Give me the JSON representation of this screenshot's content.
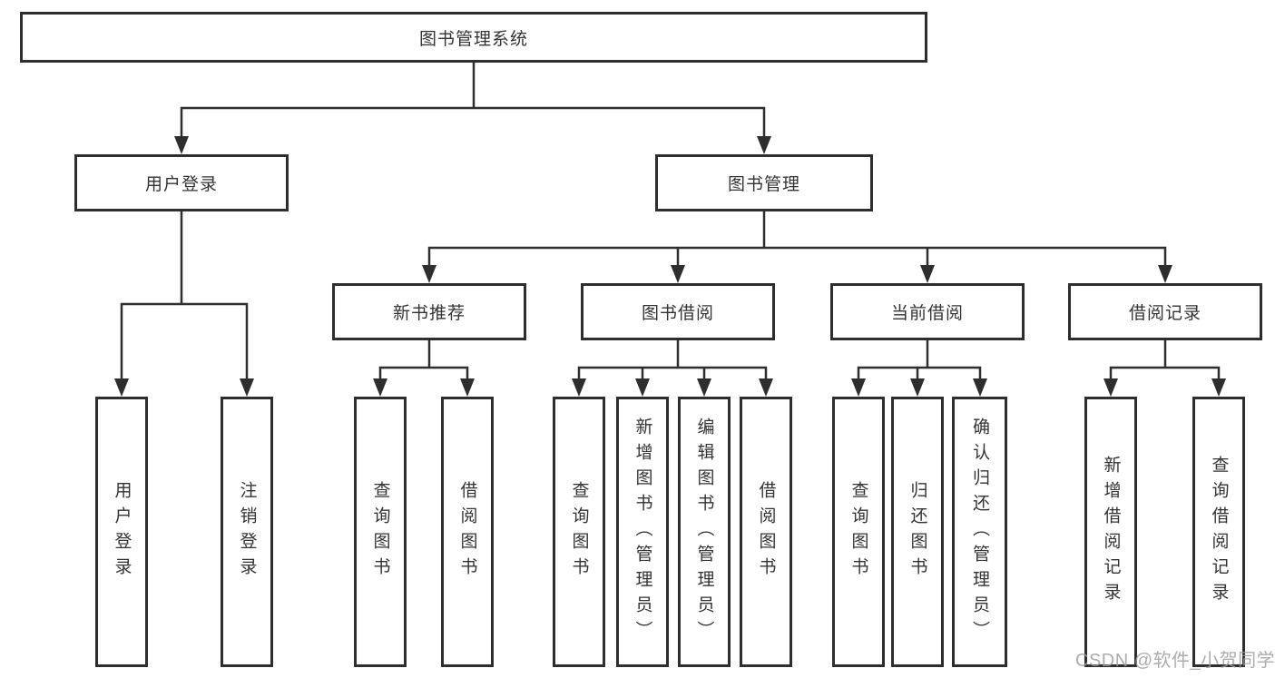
{
  "diagram": {
    "root_label": "图书管理系统",
    "branches": {
      "user_login": {
        "label": "用户登录",
        "children": [
          "用户登录",
          "注销登录"
        ]
      },
      "book_mgmt": {
        "label": "图书管理",
        "sections": {
          "new_books": {
            "label": "新书推荐",
            "children": [
              "查询图书",
              "借阅图书"
            ]
          },
          "borrowing": {
            "label": "图书借阅",
            "children": [
              "查询图书",
              "新增图书（管理员）",
              "编辑图书（管理员）",
              "借阅图书"
            ]
          },
          "current": {
            "label": "当前借阅",
            "children": [
              "查询图书",
              "归还图书",
              "确认归还（管理员）"
            ]
          },
          "records": {
            "label": "借阅记录",
            "children": [
              "新增借阅记录",
              "查询借阅记录"
            ]
          }
        }
      }
    },
    "watermark": "CSDN @软件_小贺同学",
    "colors": {
      "line": "#2e2e2e",
      "text": "#333333",
      "background": "#ffffff",
      "watermark": "#9e9e9e"
    }
  }
}
